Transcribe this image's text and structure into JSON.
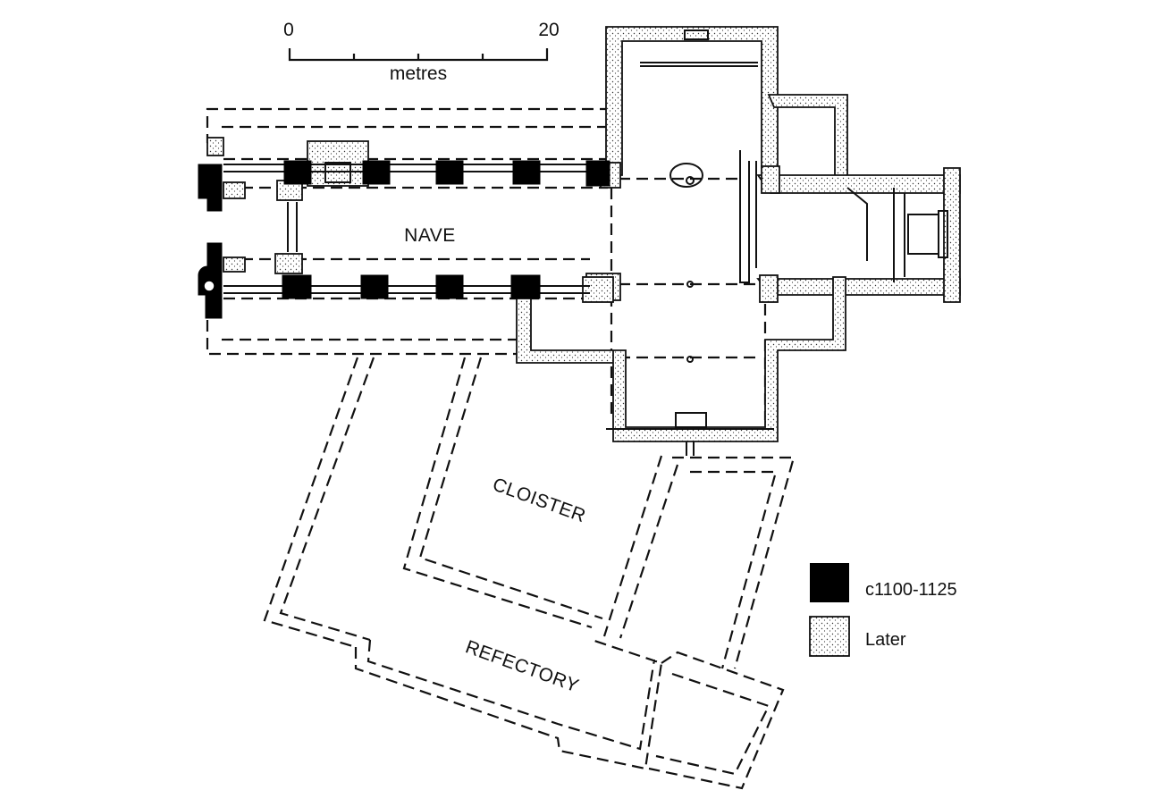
{
  "scale_bar": {
    "start_label": "0",
    "end_label": "20",
    "unit_label": "metres"
  },
  "rooms": {
    "nave": "NAVE",
    "cloister": "CLOISTER",
    "refectory": "REFECTORY"
  },
  "legend": {
    "items": [
      {
        "label": "c1100-1125",
        "swatch": "solid-black",
        "color": "#000000"
      },
      {
        "label": "Later",
        "swatch": "stippled"
      }
    ]
  }
}
